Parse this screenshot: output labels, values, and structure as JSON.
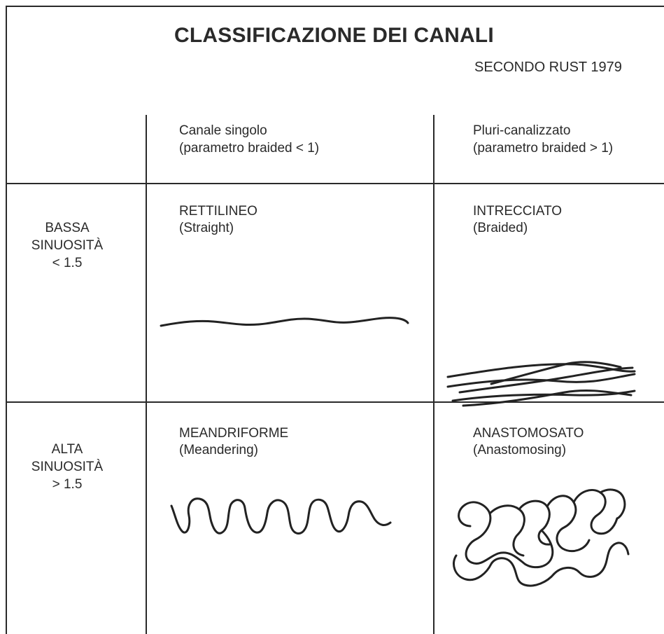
{
  "title": "CLASSIFICAZIONE DEI CANALI",
  "subtitle": "SECONDO RUST 1979",
  "columns": [
    {
      "line1": "Canale singolo",
      "line2": "(parametro braided < 1)"
    },
    {
      "line1": "Pluri-canalizzato",
      "line2": "(parametro braided > 1)"
    }
  ],
  "rows": [
    {
      "line1": "BASSA",
      "line2": "SINUOSITÀ",
      "line3": "< 1.5"
    },
    {
      "line1": "ALTA",
      "line2": "SINUOSITÀ",
      "line3": "> 1.5"
    }
  ],
  "cells": {
    "straight": {
      "name": "RETTILINEO",
      "english": "(Straight)",
      "icon": "straight-channel-icon"
    },
    "braided": {
      "name": "INTRECCIATO",
      "english": "(Braided)",
      "icon": "braided-channel-icon"
    },
    "meandering": {
      "name": "MEANDRIFORME",
      "english": "(Meandering)",
      "icon": "meandering-channel-icon"
    },
    "anastomosing": {
      "name": "ANASTOMOSATO",
      "english": "(Anastomosing)",
      "icon": "anastomosing-channel-icon"
    }
  }
}
